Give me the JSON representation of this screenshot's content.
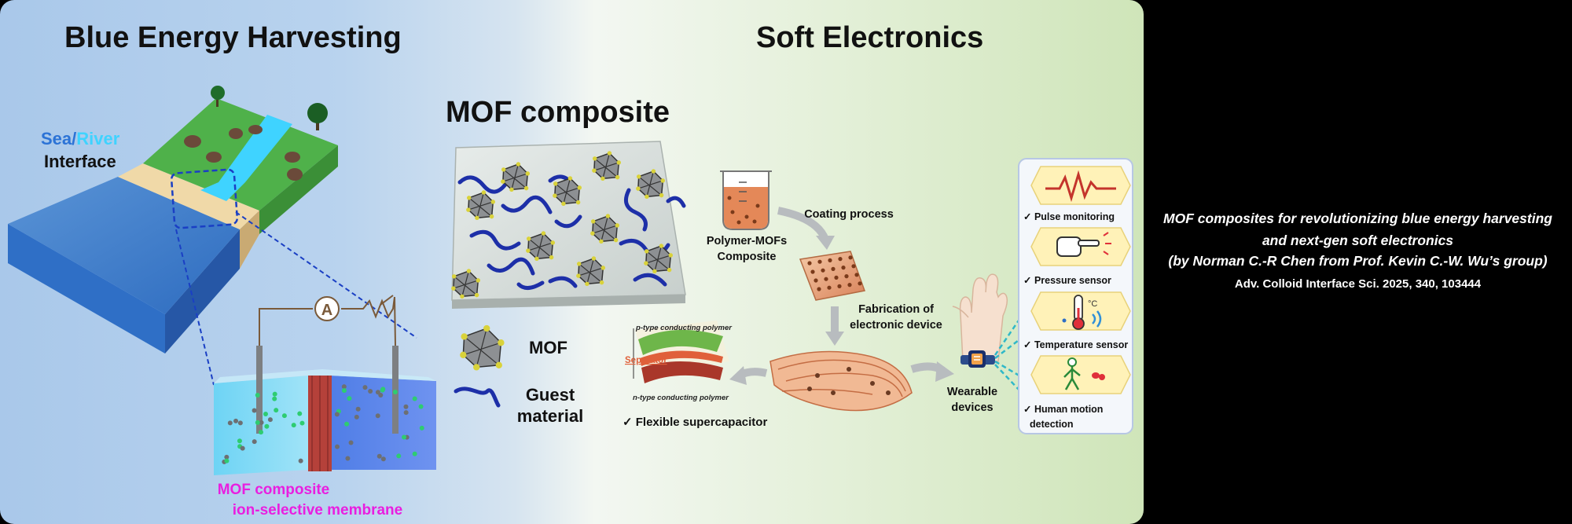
{
  "headings": {
    "left": "Blue Energy Harvesting",
    "right": "Soft Electronics",
    "center": "MOF composite"
  },
  "interface": {
    "sea": "Sea",
    "slash": "/",
    "river": "River",
    "line2": "Interface"
  },
  "ammeter": "A",
  "membrane_label": [
    "MOF composite",
    "ion-selective membrane"
  ],
  "legend": {
    "mof": "MOF",
    "guest": [
      "Guest",
      "material"
    ]
  },
  "process": {
    "composite": [
      "Polymer-MOFs",
      "Composite"
    ],
    "coating": "Coating process",
    "fabrication": [
      "Fabrication of",
      "electronic device"
    ],
    "wearable": [
      "Wearable",
      "devices"
    ],
    "supercap": "✓ Flexible supercapacitor",
    "p_type": "p-type conducting polymer",
    "separator": "Separator",
    "n_type": "n-type conducting polymer",
    "celsius": "°C"
  },
  "applications": [
    {
      "label": "✓ Pulse monitoring"
    },
    {
      "label": "✓ Pressure sensor"
    },
    {
      "label": "✓ Temperature sensor"
    },
    {
      "label": [
        "✓ Human motion",
        "detection"
      ]
    }
  ],
  "caption": {
    "lines": [
      "MOF composites for revolutionizing blue energy harvesting",
      "and next-gen soft electronics",
      "(by Norman C.-R Chen from Prof. Kevin C.-W. Wu’s group)"
    ],
    "reference": "Adv. Colloid Interface Sci. 2025, 340, 103444"
  },
  "colors": {
    "sea": "#4a86cf",
    "river": "#3fd3ff",
    "land": "#4fb14a",
    "membrane_label": "#e91ee0",
    "guest_chain": "#1d2fa8",
    "mof_yellow": "#d9d23a",
    "separator": "#e0603a"
  }
}
